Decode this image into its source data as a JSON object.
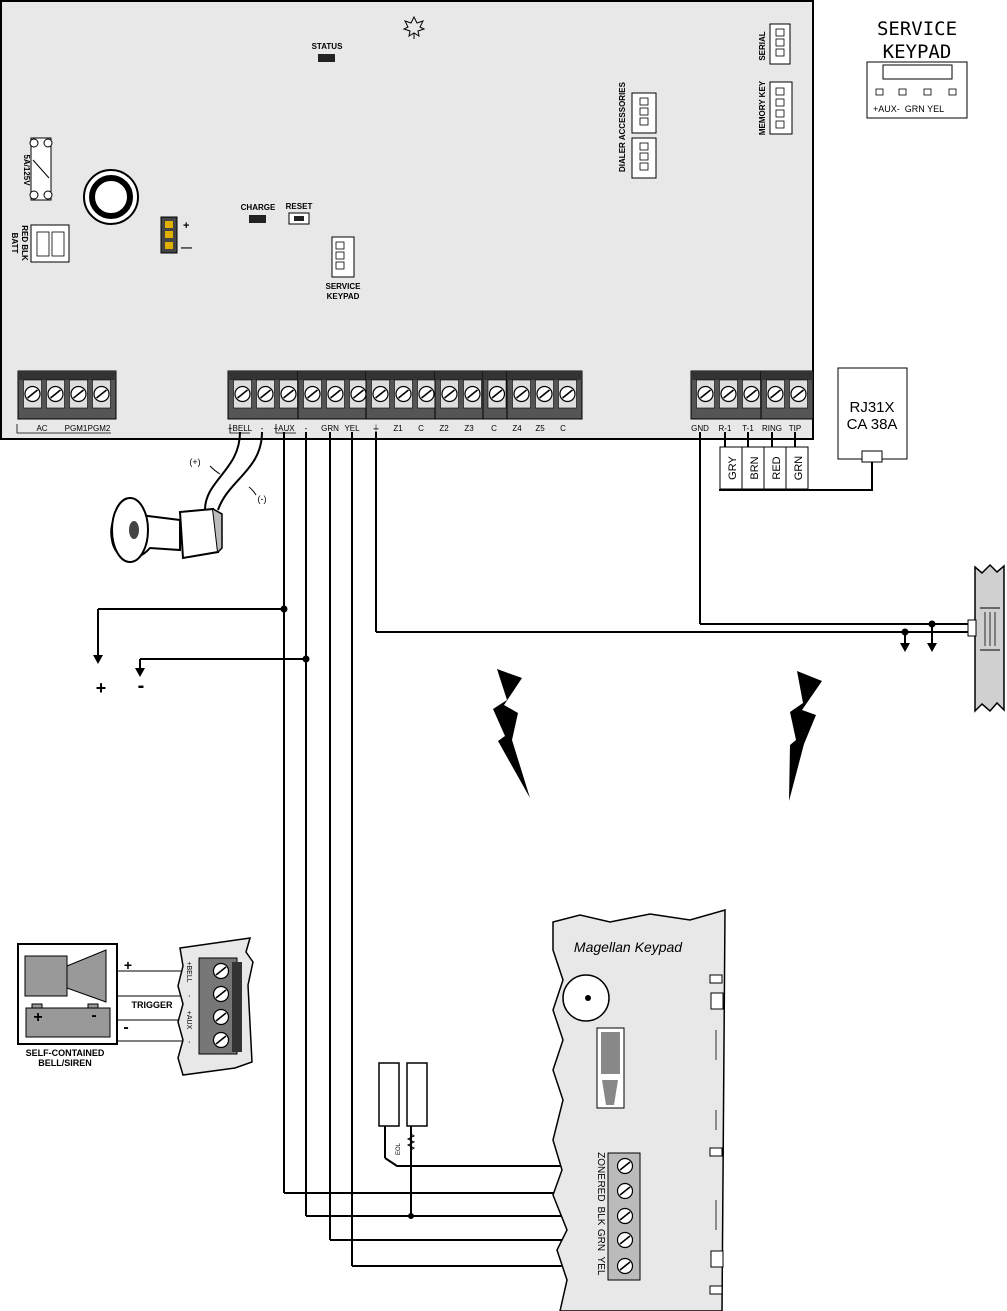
{
  "panel": {
    "status_label": "STATUS",
    "charge_label": "CHARGE",
    "reset_label": "RESET",
    "service_keypad_connector_label_1": "SERVICE",
    "service_keypad_connector_label_2": "KEYPAD",
    "serial_label": "SERIAL",
    "memory_key_label": "MEMORY KEY",
    "dialer_accessories_label": "DIALER ACCESSORIES",
    "fuse_label": "5A/125V",
    "battery_label_1": "RED BLK",
    "battery_label_2": "BATT",
    "plus_sign": "+",
    "minus_sign": "—",
    "terminals_left": [
      "AC",
      "PGM1",
      "PGM2"
    ],
    "terminals_main": [
      "+BELL",
      "-",
      "+AUX",
      "-",
      "GRN",
      "YEL",
      "⏚",
      "Z1",
      "C",
      "Z2",
      "Z3",
      "C",
      "Z4",
      "Z5",
      "C"
    ],
    "terminals_tel": [
      "GND",
      "R-1",
      "T-1",
      "RING",
      "TIP"
    ]
  },
  "service_keypad": {
    "title_line1": "SERVICE",
    "title_line2": "KEYPAD",
    "pins": "+AUX-  GRN YEL"
  },
  "rj31x": {
    "line1": "RJ31X",
    "line2": "CA 38A",
    "wires": [
      "GRY",
      "BRN",
      "RED",
      "GRN"
    ]
  },
  "siren": {
    "plus": "(+)",
    "minus": "(-)"
  },
  "power_out": {
    "plus": "+",
    "minus": "-"
  },
  "bell_siren": {
    "plus": "+",
    "trigger": "TRIGGER",
    "minus": "-",
    "caption_line1": "SELF-CONTAINED",
    "caption_line2": "BELL/SIREN",
    "block_labels": [
      "+BELL",
      "-",
      "+AUX",
      "-"
    ]
  },
  "keypad": {
    "title": "Magellan Keypad",
    "terminals": [
      "ZONE",
      "RED",
      "BLK",
      "GRN",
      "YEL"
    ],
    "eol_label": "EOL"
  },
  "colors": {
    "board": "#e8e8e8",
    "terminal": "#4a4a4a",
    "line": "#000000"
  }
}
